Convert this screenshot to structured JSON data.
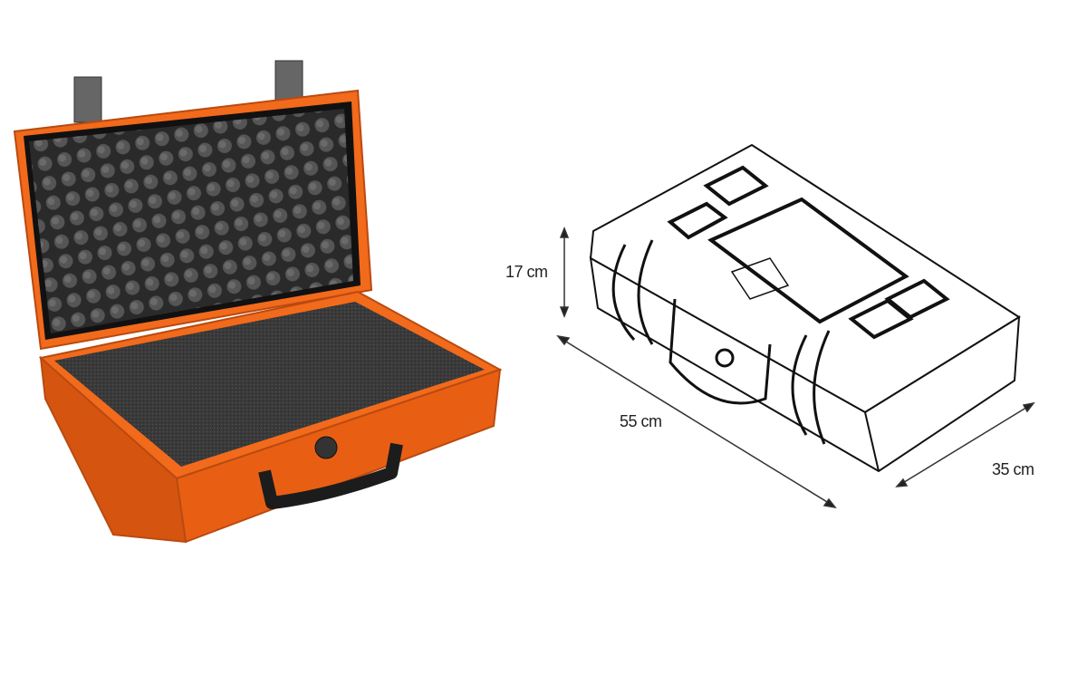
{
  "product": {
    "case_color": "#f26a1b",
    "foam_color": "#2e2e2e",
    "outline_color": "#111111"
  },
  "dimensions": {
    "height": "17 cm",
    "length": "55 cm",
    "width": "35 cm"
  }
}
